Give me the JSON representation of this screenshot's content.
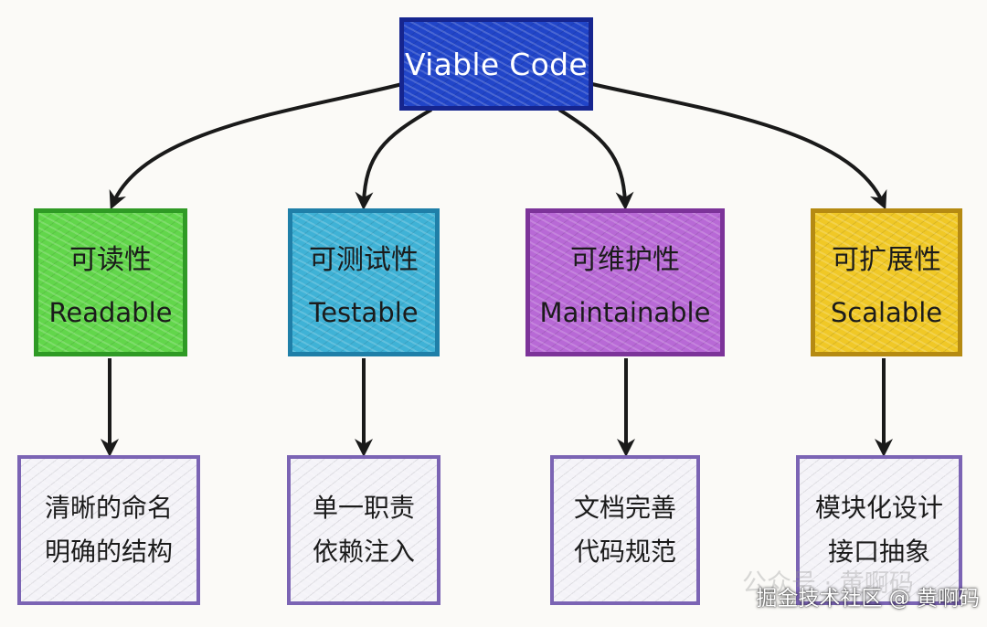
{
  "root": {
    "label": "Viable Code"
  },
  "categories": [
    {
      "zh": "可读性",
      "en": "Readable",
      "color": "#62d64b"
    },
    {
      "zh": "可测试性",
      "en": "Testable",
      "color": "#3fb2d6"
    },
    {
      "zh": "可维护性",
      "en": "Maintainable",
      "color": "#b869d6"
    },
    {
      "zh": "可扩展性",
      "en": "Scalable",
      "color": "#f0c826"
    }
  ],
  "details": [
    {
      "line1": "清晰的命名",
      "line2": "明确的结构"
    },
    {
      "line1": "单一职责",
      "line2": "依赖注入"
    },
    {
      "line1": "文档完善",
      "line2": "代码规范"
    },
    {
      "line1": "模块化设计",
      "line2": "接口抽象"
    }
  ],
  "watermark": {
    "text": "掘金技术社区 @ 黄啊码",
    "ghost_text": "公众号 · 黄啊码"
  },
  "colors": {
    "root": "#2145c9",
    "detail_border": "#7b64b4",
    "arrow": "#1a1a1a"
  }
}
